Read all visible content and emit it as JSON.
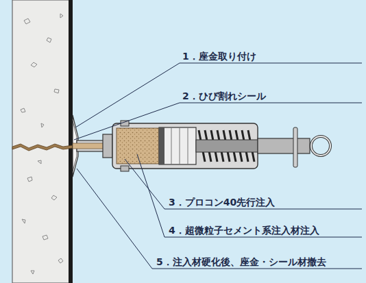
{
  "diagram": {
    "labels": [
      "1．座金取り付け",
      "2．ひび割れシール",
      "3．プロコン40先行注入",
      "4．超微粒子セメント系注入材注入",
      "5．注入材硬化後、座金・シール材撤去"
    ]
  }
}
